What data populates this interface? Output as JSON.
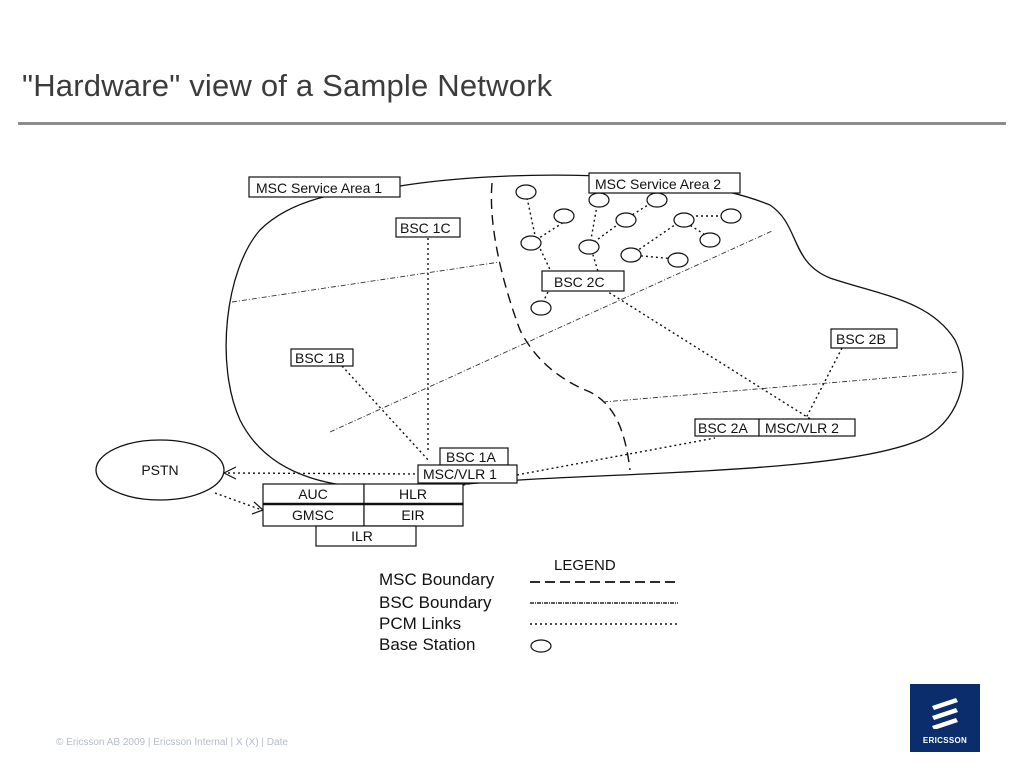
{
  "slide": {
    "title": "\"Hardware\" view of a Sample Network",
    "footer": "© Ericsson AB 2009  |  Ericsson Internal  |   X (X)  |  Date"
  },
  "diagram": {
    "labels": {
      "msc_area_1": "MSC Service Area 1",
      "msc_area_2": "MSC Service Area 2",
      "bsc_1c": "BSC 1C",
      "bsc_2c": "BSC 2C",
      "bsc_2b": "BSC 2B",
      "bsc_1b": "BSC 1B",
      "bsc_2a": "BSC 2A",
      "msc_vlr_2": "MSC/VLR 2",
      "bsc_1a": "BSC 1A",
      "msc_vlr_1": "MSC/VLR 1",
      "pstn": "PSTN",
      "auc": "AUC",
      "hlr": "HLR",
      "gmsc": "GMSC",
      "eir": "EIR",
      "ilr": "ILR"
    },
    "legend": {
      "title": "LEGEND",
      "items": [
        {
          "label": "MSC Boundary",
          "style": "long-dash"
        },
        {
          "label": "BSC Boundary",
          "style": "dash-dot"
        },
        {
          "label": "PCM Links",
          "style": "dotted"
        },
        {
          "label": "Base Station",
          "style": "ellipse"
        }
      ]
    }
  },
  "logo": {
    "text": "ERICSSON",
    "color": "#0c2d6b"
  }
}
